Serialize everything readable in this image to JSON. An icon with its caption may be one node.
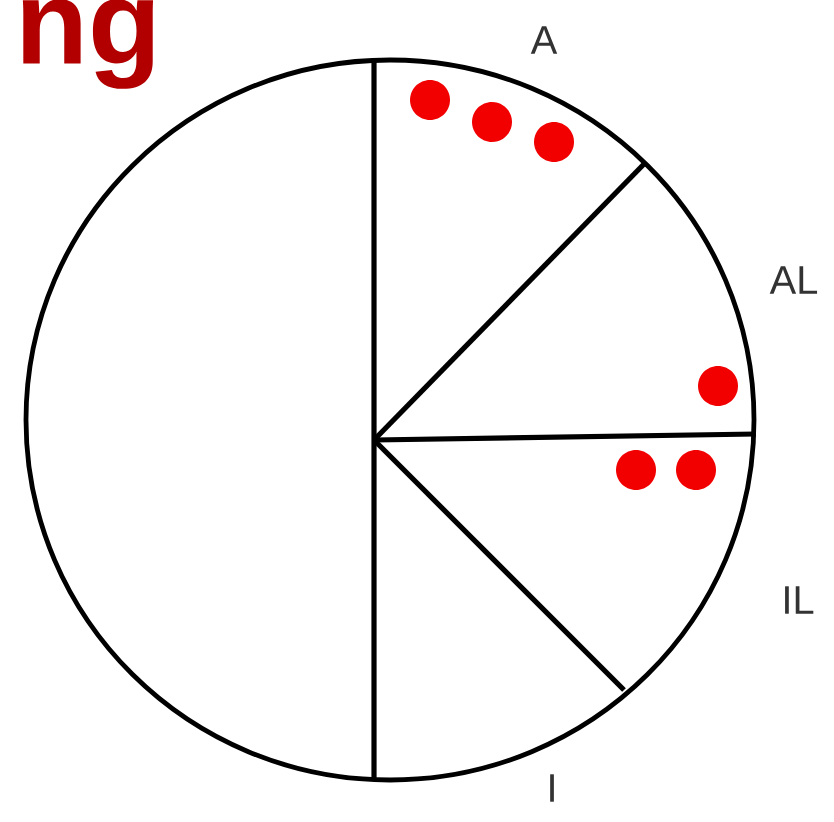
{
  "diagram": {
    "labels": [
      "ng",
      "A",
      "AL",
      "IL",
      "I"
    ]
  }
}
